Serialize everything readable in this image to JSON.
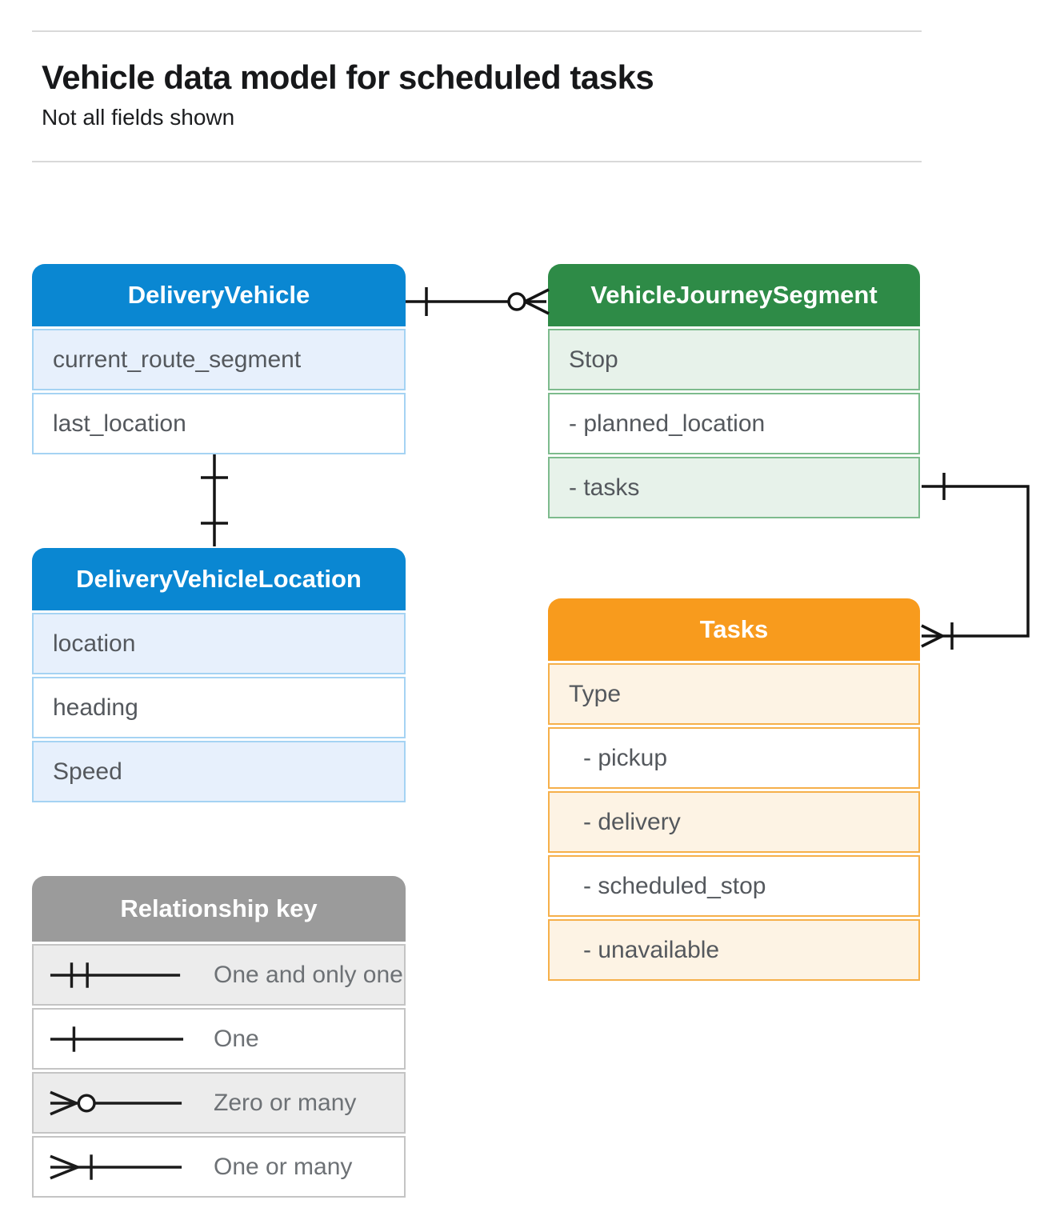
{
  "page": {
    "title": "Vehicle data model for scheduled tasks",
    "subtitle": "Not all fields shown"
  },
  "boxes": {
    "delivery_vehicle": {
      "title": "DeliveryVehicle",
      "rows": [
        {
          "label": "current_route_segment"
        },
        {
          "label": "last_location"
        }
      ]
    },
    "vehicle_journey_segment": {
      "title": "VehicleJourneySegment",
      "rows": [
        {
          "label": "Stop"
        },
        {
          "label": "- planned_location"
        },
        {
          "label": "- tasks"
        }
      ]
    },
    "delivery_vehicle_location": {
      "title": "DeliveryVehicleLocation",
      "rows": [
        {
          "label": "location"
        },
        {
          "label": "heading"
        },
        {
          "label": "Speed"
        }
      ]
    },
    "tasks": {
      "title": "Tasks",
      "rows": [
        {
          "label": "Type"
        },
        {
          "label": "- pickup"
        },
        {
          "label": "- delivery"
        },
        {
          "label": "- scheduled_stop"
        },
        {
          "label": "- unavailable"
        }
      ]
    }
  },
  "legend": {
    "title": "Relationship key",
    "items": [
      {
        "symbol": "one-and-only-one",
        "label": "One and only one"
      },
      {
        "symbol": "one",
        "label": "One"
      },
      {
        "symbol": "zero-or-many",
        "label": "Zero or many"
      },
      {
        "symbol": "one-or-many",
        "label": "One or many"
      }
    ]
  },
  "relationships": [
    {
      "from": "DeliveryVehicle",
      "from_cardinality": "one",
      "to": "VehicleJourneySegment",
      "to_cardinality": "zero-or-many"
    },
    {
      "from": "DeliveryVehicle",
      "from_cardinality": "one",
      "to": "DeliveryVehicleLocation",
      "to_cardinality": "one"
    },
    {
      "from": "VehicleJourneySegment.tasks",
      "from_cardinality": "one",
      "to": "Tasks",
      "to_cardinality": "one-or-many"
    }
  ],
  "colors": {
    "blue_header": "#0a87d2",
    "blue_row": "#e7f0fc",
    "blue_border": "#a5d3f3",
    "green_header": "#2e8b47",
    "green_row": "#e7f2ea",
    "green_border": "#7dbb8d",
    "orange_header": "#f89b1d",
    "orange_row": "#fdf3e4",
    "orange_border": "#f6b04a",
    "gray_header": "#9b9b9b",
    "gray_row": "#ececec",
    "gray_border": "#c4c4c4",
    "connector": "#141414",
    "row_text": "#54585d"
  }
}
